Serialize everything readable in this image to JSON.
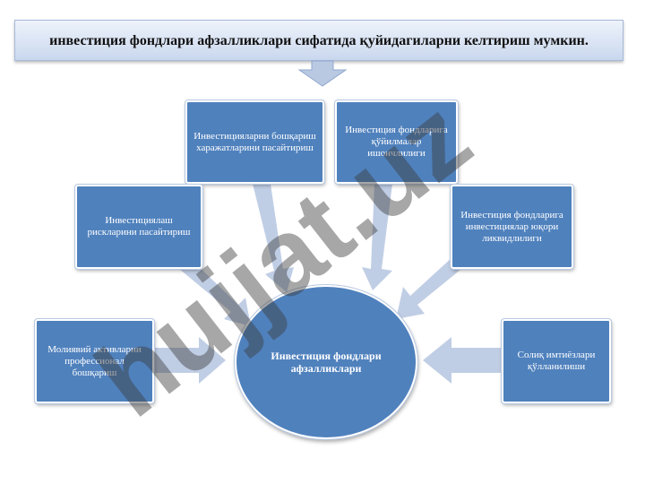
{
  "title": "инвестиция фондлари афзалликлари сифатида қуйидагиларни келтириш мумкин.",
  "center": "Инвестиция фондлари афзалликлари",
  "nodes": {
    "top_left": "Инвестицияларни бошқариш харажатларини пасайтириш",
    "top_right": "Инвестиция фондларига қўйилмалар ишончлилиги",
    "mid_left": "Инвестициялаш рискларини пасайтириш",
    "mid_right": "Инвестиция фондларига инвестициялар юқори ликвидлилиги",
    "low_left": "Молиявий активларни профессионал бошқариш",
    "low_right": "Солиқ имтиёзлари қўлланилиши"
  },
  "watermark": "hujjat.uz",
  "colors": {
    "box_fill": "#4f81bd",
    "arrow_fill": "#b9c9e2",
    "title_bg": "#dbe5f4"
  }
}
